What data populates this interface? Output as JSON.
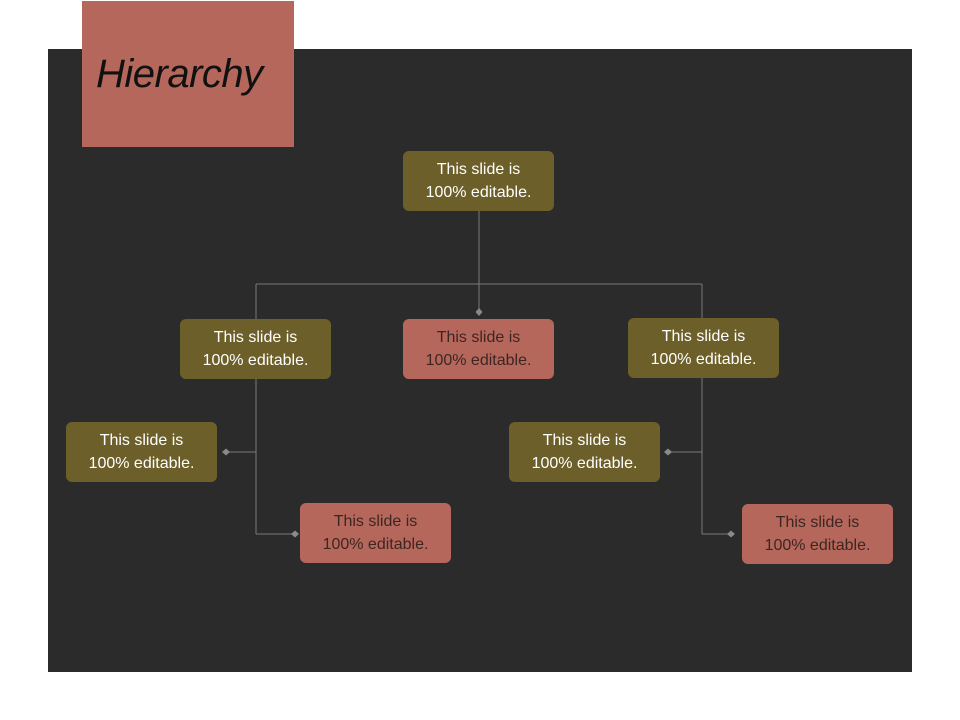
{
  "title": "Hierarchy",
  "colors": {
    "background": "#2b2b2b",
    "olive": "#6d5f2a",
    "rose": "#b5675b",
    "connector": "#7a7a7a"
  },
  "nodes": {
    "root": {
      "text": "This slide is\n100% editable.",
      "color": "olive"
    },
    "left": {
      "text": "This slide is\n100% editable.",
      "color": "olive"
    },
    "center": {
      "text": "This slide is\n100% editable.",
      "color": "rose"
    },
    "right": {
      "text": "This slide is\n100% editable.",
      "color": "olive"
    },
    "left_child_1": {
      "text": "This slide is\n100% editable.",
      "color": "olive"
    },
    "left_child_2": {
      "text": "This slide is\n100% editable.",
      "color": "rose"
    },
    "right_child_1": {
      "text": "This slide is\n100% editable.",
      "color": "olive"
    },
    "right_child_2": {
      "text": "This slide is\n100% editable.",
      "color": "rose"
    }
  }
}
